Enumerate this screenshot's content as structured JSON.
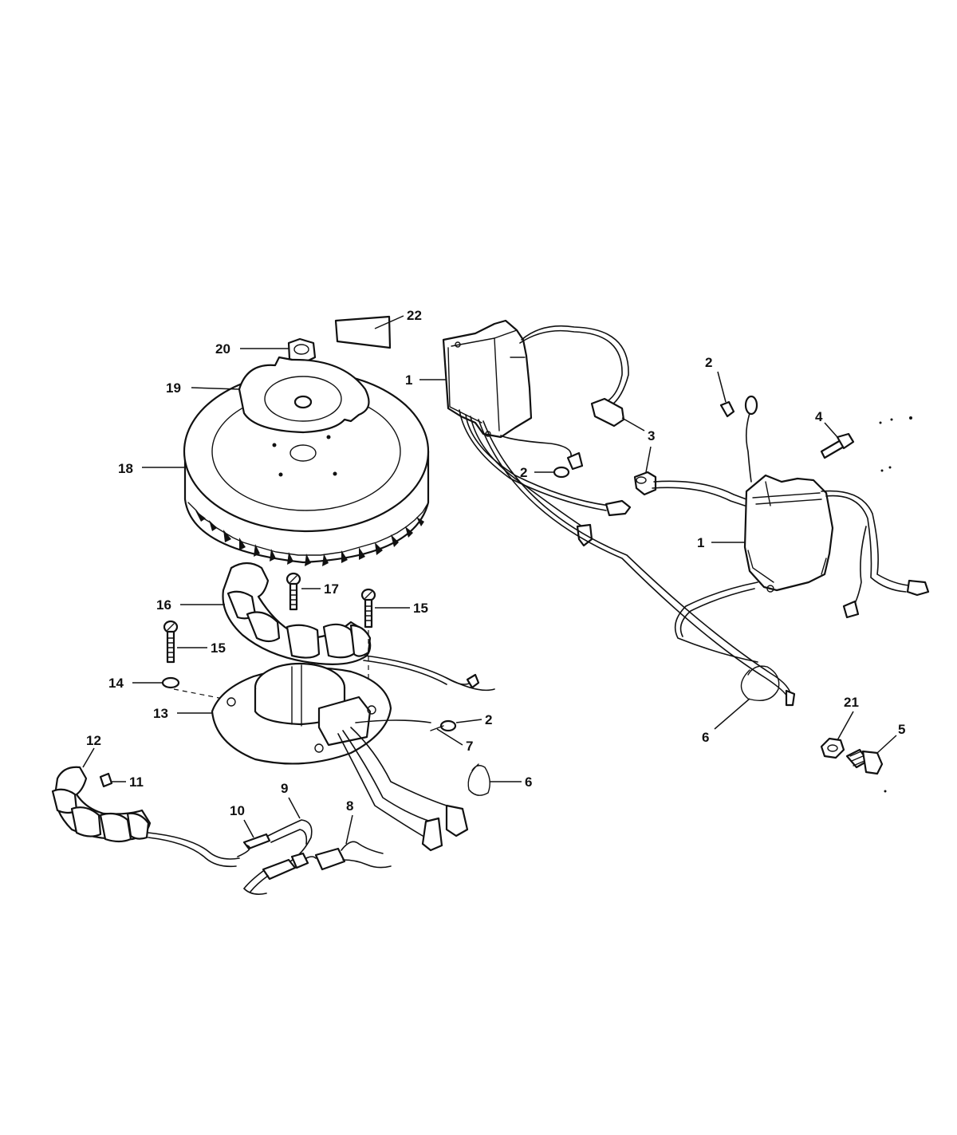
{
  "callouts": {
    "c1a": "1",
    "c1b": "1",
    "c2a": "2",
    "c2b": "2",
    "c2c": "2",
    "c3": "3",
    "c4": "4",
    "c5": "5",
    "c6a": "6",
    "c6b": "6",
    "c7": "7",
    "c8": "8",
    "c9": "9",
    "c10": "10",
    "c11": "11",
    "c12": "12",
    "c13": "13",
    "c14": "14",
    "c15a": "15",
    "c15b": "15",
    "c16": "16",
    "c17": "17",
    "c18": "18",
    "c19": "19",
    "c20": "20",
    "c21": "21",
    "c22": "22"
  },
  "parts": {
    "flywheel": "part-18",
    "washer_plate": "part-19",
    "flywheel_nut": "part-20",
    "decal": "part-22",
    "ignition_module_left": "part-1",
    "ignition_module_right": "part-1",
    "spark_plug_boot": "part-3",
    "screw": "part-4",
    "stator_coil": "part-16",
    "armature_plate": "part-13",
    "charge_coil": "part-12",
    "retainer": "part-6"
  }
}
